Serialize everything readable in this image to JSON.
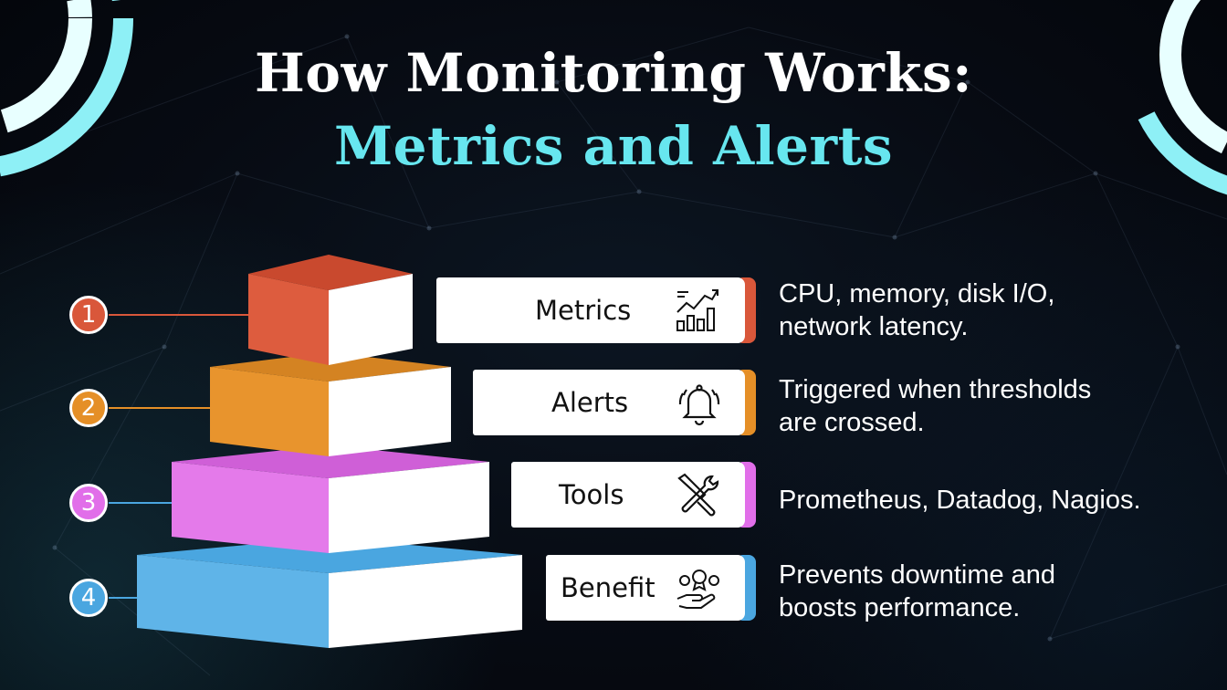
{
  "title": {
    "line1": "How Monitoring Works:",
    "line2": "Metrics and Alerts"
  },
  "colors": {
    "background": "#05080f",
    "accent": "#67e6ef",
    "text": "#ffffff"
  },
  "steps": [
    {
      "number": "1",
      "label": "Metrics",
      "icon": "bar-chart-growth-icon",
      "description": "CPU, memory, disk I/O,\nnetwork latency.",
      "color": "#d9573a"
    },
    {
      "number": "2",
      "label": "Alerts",
      "icon": "bell-alarm-icon",
      "description": "Triggered when thresholds\nare crossed.",
      "color": "#e58f27"
    },
    {
      "number": "3",
      "label": "Tools",
      "icon": "screwdriver-wrench-icon",
      "description": "Prometheus, Datadog, Nagios.",
      "color": "#e16ee9"
    },
    {
      "number": "4",
      "label": "Benefit",
      "icon": "hand-coins-award-icon",
      "description": "Prevents downtime and\nboosts performance.",
      "color": "#4aa6e0"
    }
  ]
}
